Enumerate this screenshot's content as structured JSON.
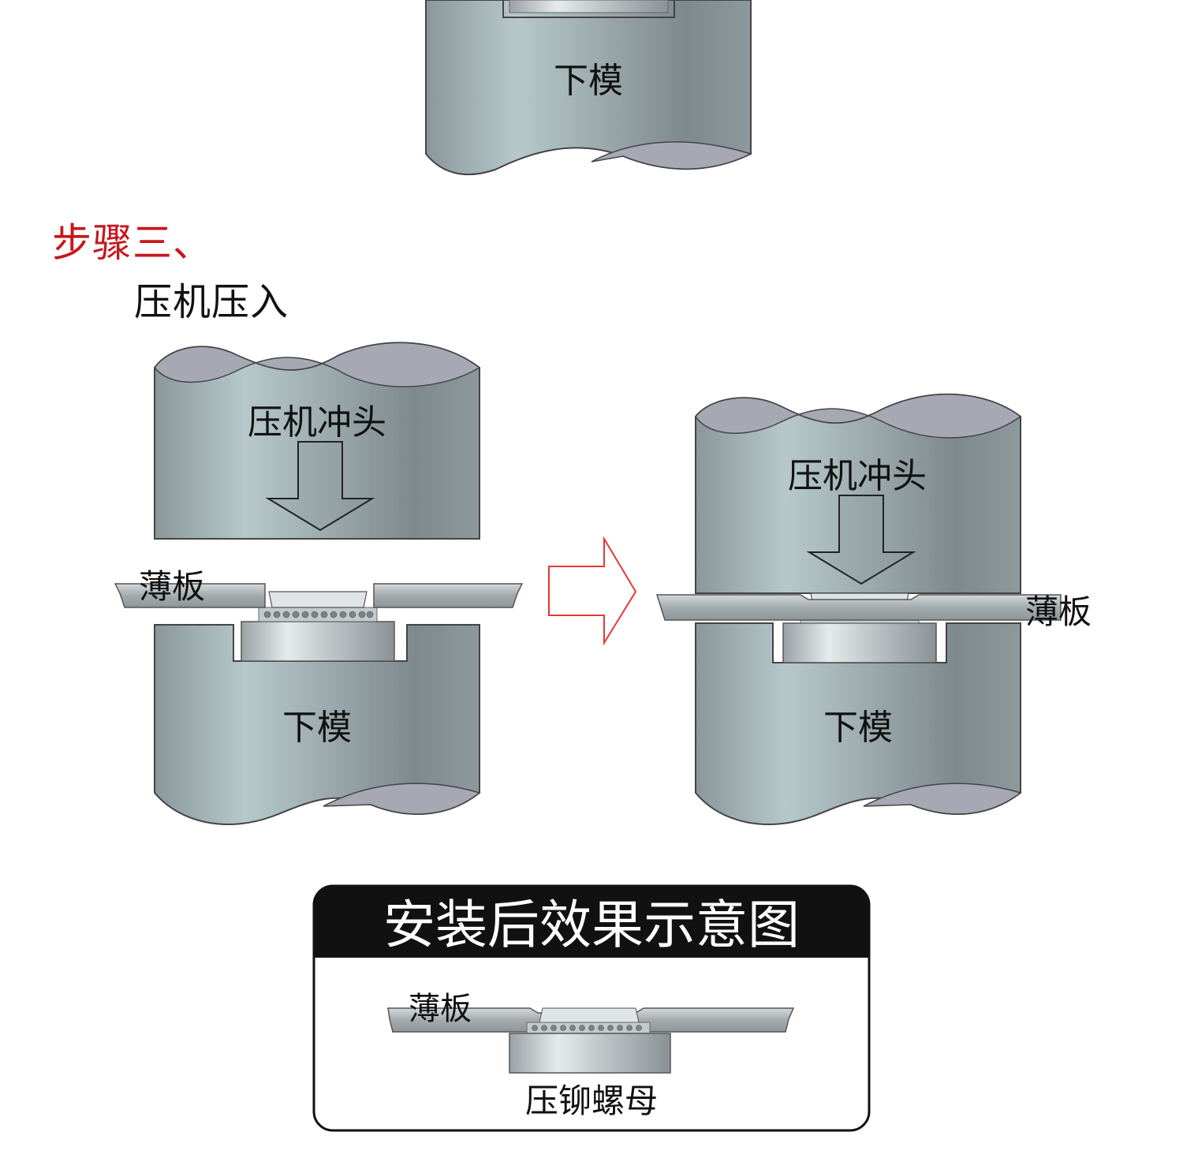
{
  "top_die": {
    "label": "下模"
  },
  "step": {
    "title": "步骤三、",
    "subtitle": "压机压入"
  },
  "before": {
    "punch_label": "压机冲头",
    "sheet_label": "薄板",
    "die_label": "下模"
  },
  "after": {
    "punch_label": "压机冲头",
    "sheet_label": "薄板",
    "die_label": "下模"
  },
  "result": {
    "title": "安装后效果示意图",
    "sheet_label": "薄板",
    "nut_label": "压铆螺母"
  },
  "colors": {
    "step_title": "#c8161d",
    "arrow_outline": "#e53935",
    "frame": "#111111",
    "metal_dark": "#7d898d",
    "metal_light": "#b9cacd"
  }
}
